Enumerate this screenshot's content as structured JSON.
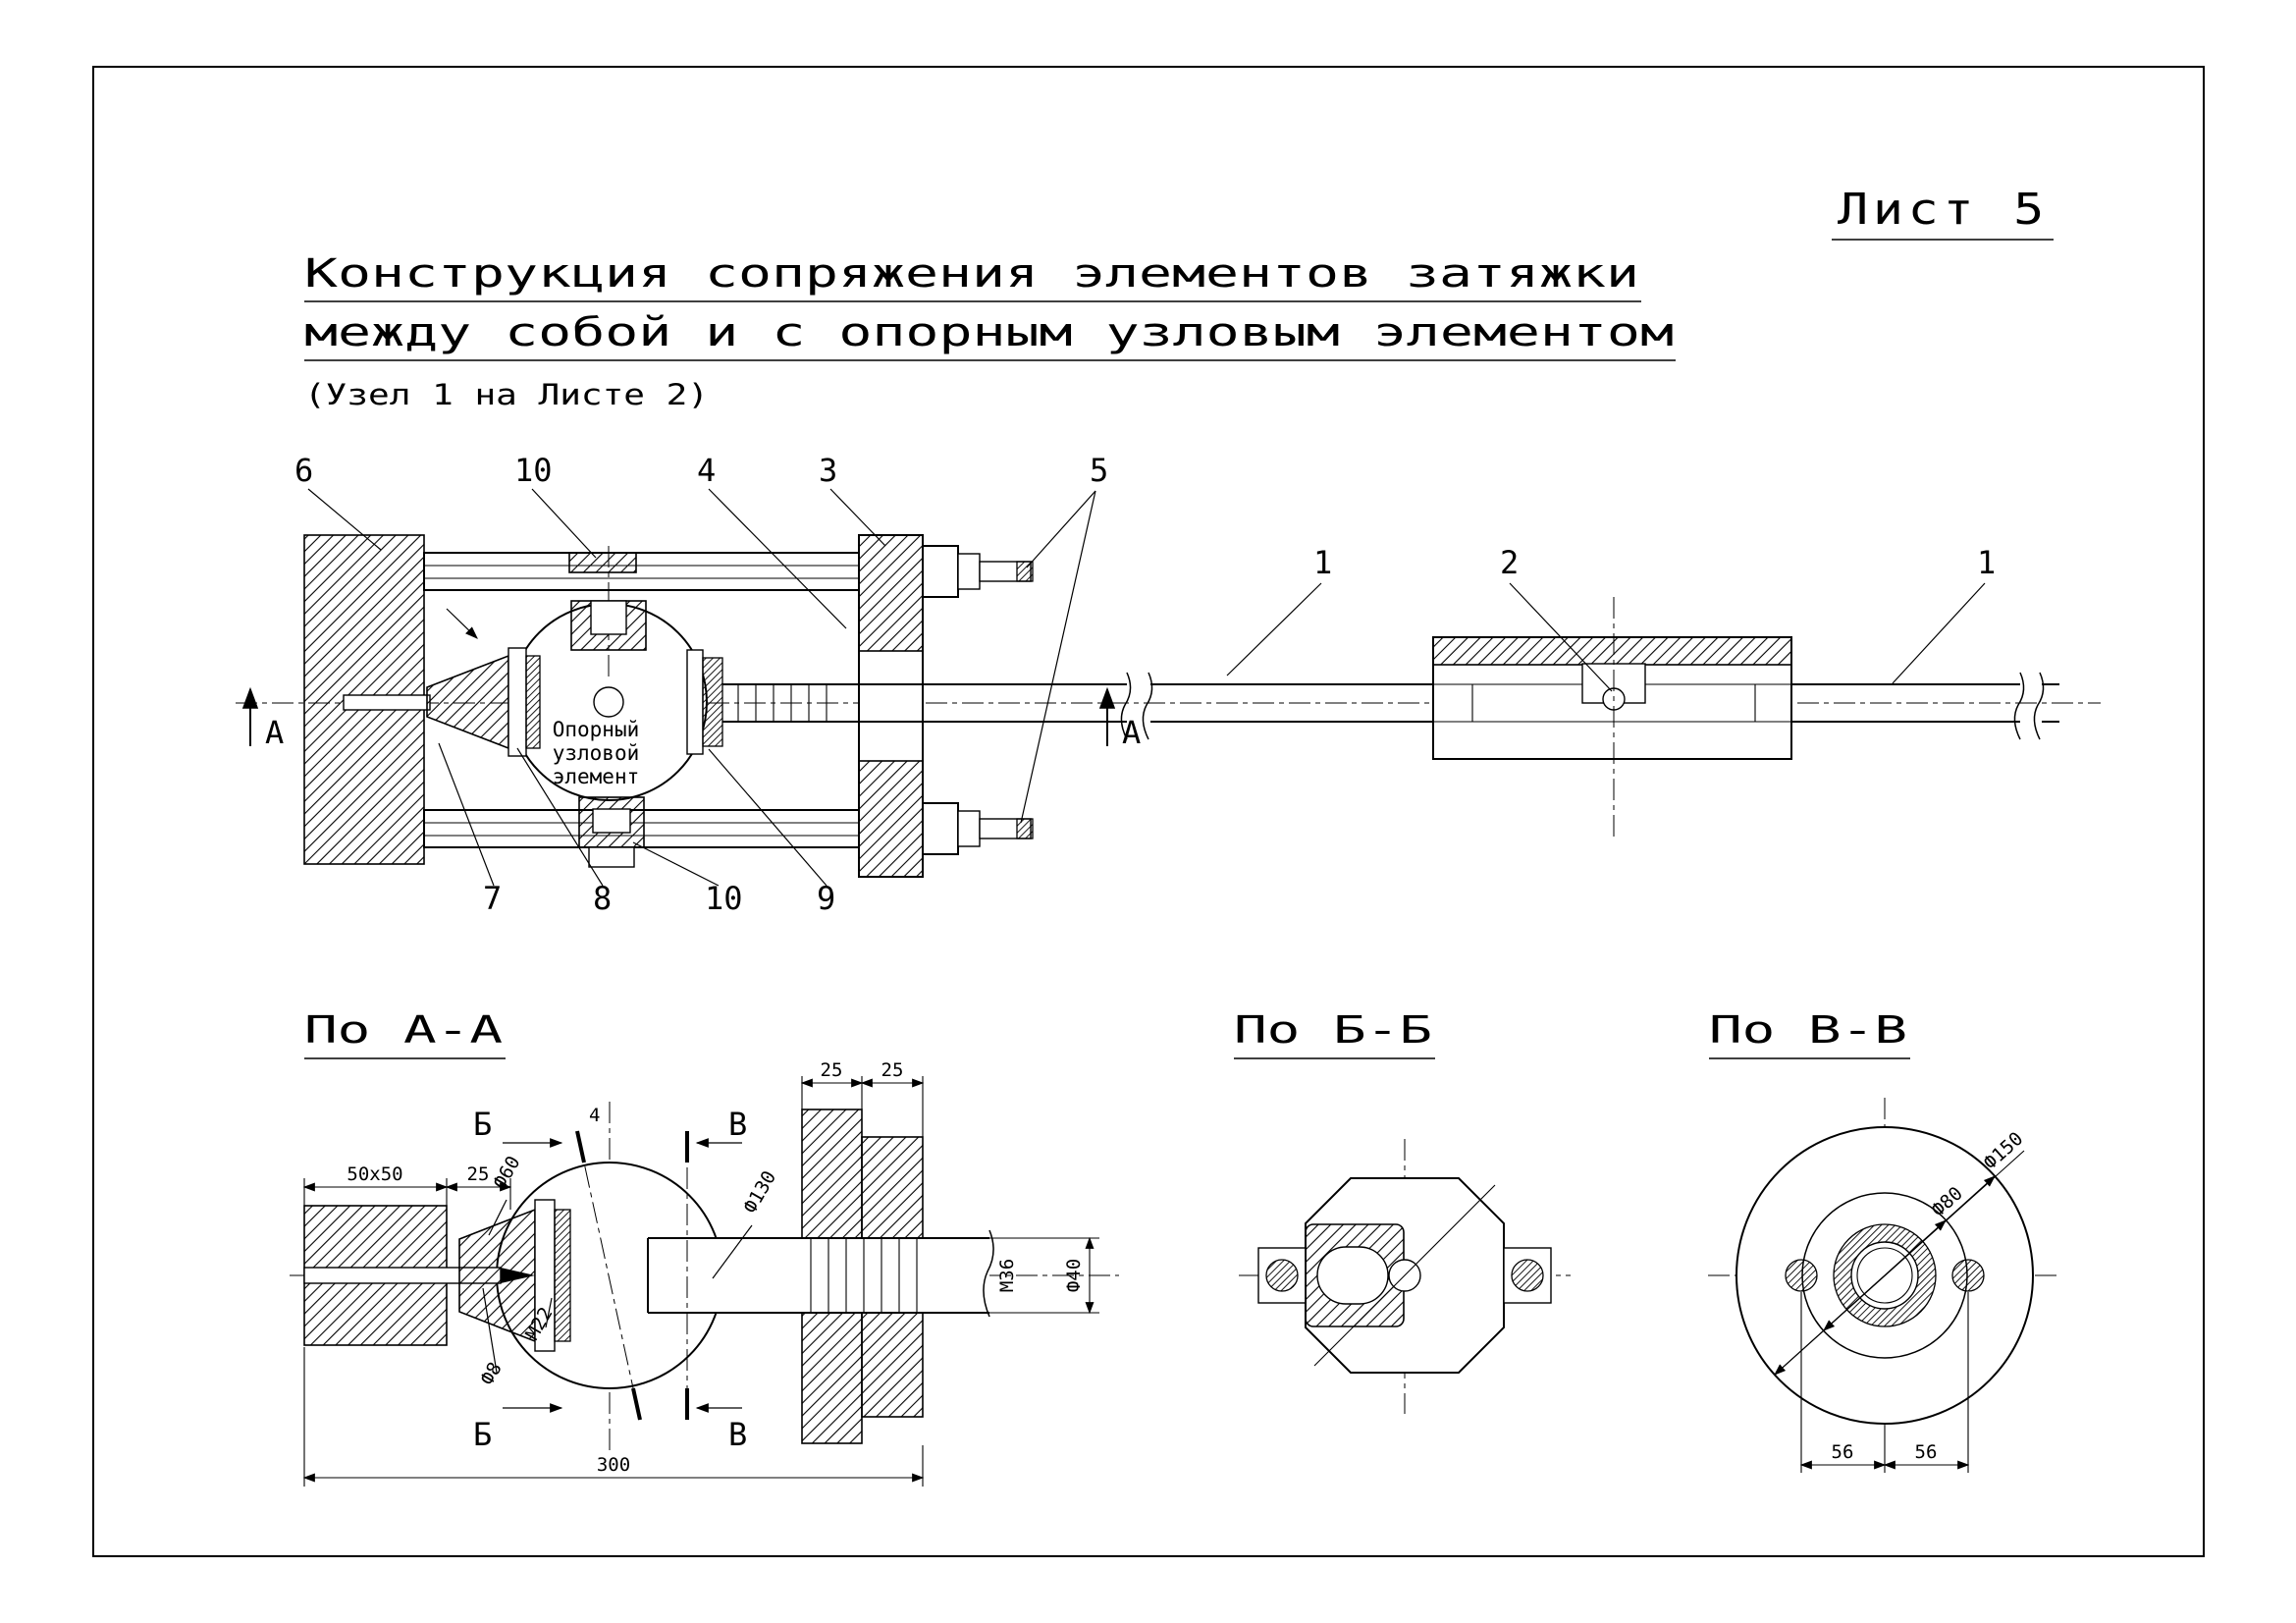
{
  "sheet_label": "Лист 5",
  "title_line1": "Конструкция сопряжения элементов затяжки",
  "title_line2": "между собой и с опорным узловым элементом",
  "title_note": "(Узел 1 на Листе 2)",
  "main": {
    "label_line1": "Опорный",
    "label_line2": "узловой",
    "label_line3": "элемент",
    "section_marker": "А",
    "callouts": {
      "n6": "6",
      "n10_top": "10",
      "n4": "4",
      "n3": "3",
      "n5": "5",
      "n1_left": "1",
      "n2": "2",
      "n1_right": "1",
      "n7": "7",
      "n8": "8",
      "n10_bottom": "10",
      "n9": "9"
    }
  },
  "view_aa": {
    "title": "По А-А",
    "dim_50x50": "50x50",
    "dim_25_left": "25",
    "dim_25_plate1": "25",
    "dim_25_plate2": "25",
    "dim_f60": "Ф60",
    "dim_f130": "Ф130",
    "dim_m22": "М22",
    "dim_m36": "М36",
    "dim_f40": "Ф40",
    "dim_f8": "Ф8",
    "dim_300": "300",
    "angle_4": "4",
    "marker_b": "Б",
    "marker_v": "В"
  },
  "view_bb": {
    "title": "По Б-Б"
  },
  "view_vv": {
    "title": "По В-В",
    "dim_f80": "Ф80",
    "dim_f150": "Ф150",
    "dim_56_left": "56",
    "dim_56_right": "56"
  }
}
